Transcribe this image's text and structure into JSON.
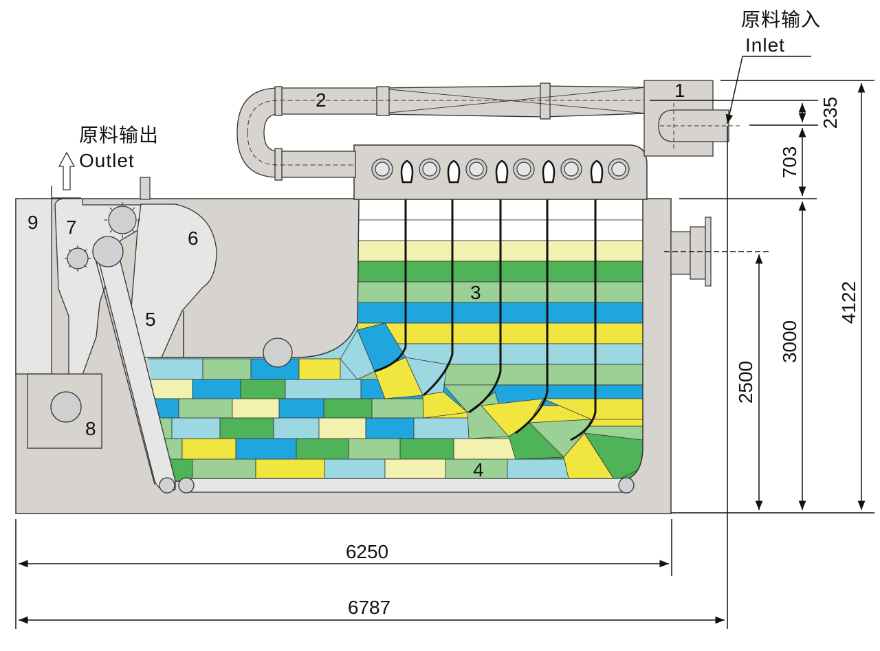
{
  "labels": {
    "inlet_cn": "原料输入",
    "inlet_en": "Inlet",
    "outlet_cn": "原料输出",
    "outlet_en": "Outlet"
  },
  "components": {
    "n1": "1",
    "n2": "2",
    "n3": "3",
    "n4": "4",
    "n5": "5",
    "n6": "6",
    "n7": "7",
    "n8": "8",
    "n9": "9"
  },
  "dimensions": {
    "d235": "235",
    "d703": "703",
    "d2500": "2500",
    "d3000": "3000",
    "d4122": "4122",
    "d6250": "6250",
    "d6787": "6787"
  },
  "colors": {
    "body": "#d7d4cf",
    "pale_yellow": "#f3f1b0",
    "dark_green": "#4fb357",
    "light_green": "#9bd194",
    "blue": "#1fa6de",
    "yellow": "#f1e640",
    "light_blue": "#9cd8e2"
  }
}
